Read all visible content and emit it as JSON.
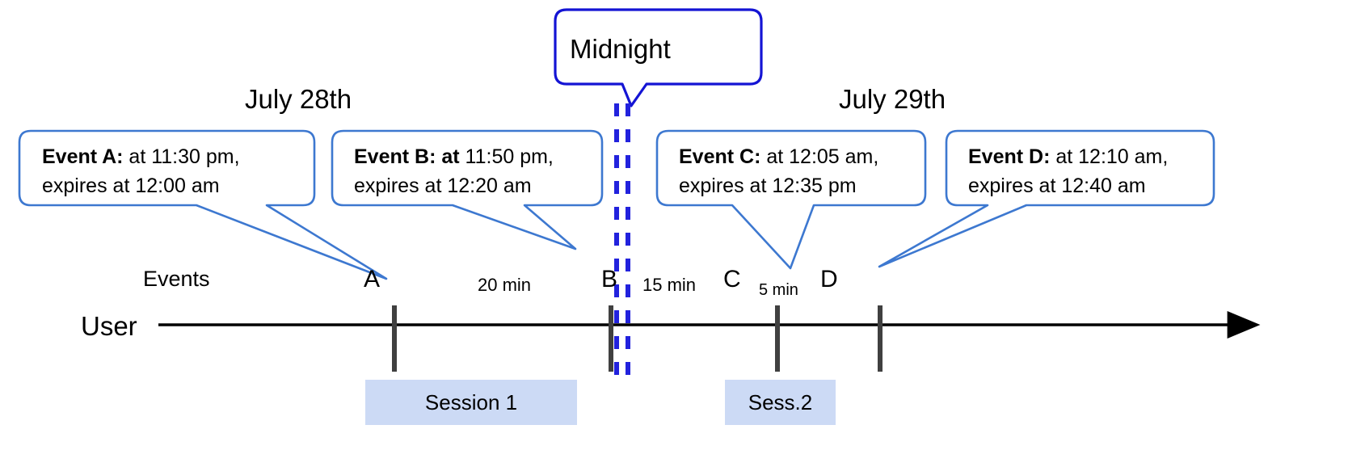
{
  "diagram": {
    "title_note": "Event expiry across midnight timeline",
    "colors": {
      "callout_border": "#3d78d0",
      "midnight_border": "#1414d4",
      "midnight_dash": "#2222dd",
      "session_fill": "#ccdaf5",
      "tick": "#404040",
      "axis": "#000000"
    }
  },
  "midnight": {
    "label": "Midnight"
  },
  "dates": {
    "left": "July 28th",
    "right": "July 29th"
  },
  "callouts": [
    {
      "id": "event-a",
      "bold": "Event A:",
      "rest_line1": " at 11:30 pm,",
      "line2": "expires at 12:00 am"
    },
    {
      "id": "event-b",
      "bold": "Event B: at",
      "rest_line1": " 11:50 pm,",
      "line2": "expires at 12:20 am"
    },
    {
      "id": "event-c",
      "bold": "Event C:",
      "rest_line1": " at 12:05 am,",
      "line2": "expires at 12:35 pm"
    },
    {
      "id": "event-d",
      "bold": "Event D:",
      "rest_line1": "  at 12:10 am,",
      "line2": "expires at 12:40 am"
    }
  ],
  "axis": {
    "row_caption": "User",
    "events_caption": "Events"
  },
  "ticks": [
    {
      "letter": "A"
    },
    {
      "letter": "B"
    },
    {
      "letter": "C"
    },
    {
      "letter": "D"
    }
  ],
  "intervals": [
    {
      "label": "20 min"
    },
    {
      "label": "15 min"
    },
    {
      "label": "5 min"
    }
  ],
  "sessions": [
    {
      "label": "Session 1"
    },
    {
      "label": "Sess.2"
    }
  ]
}
